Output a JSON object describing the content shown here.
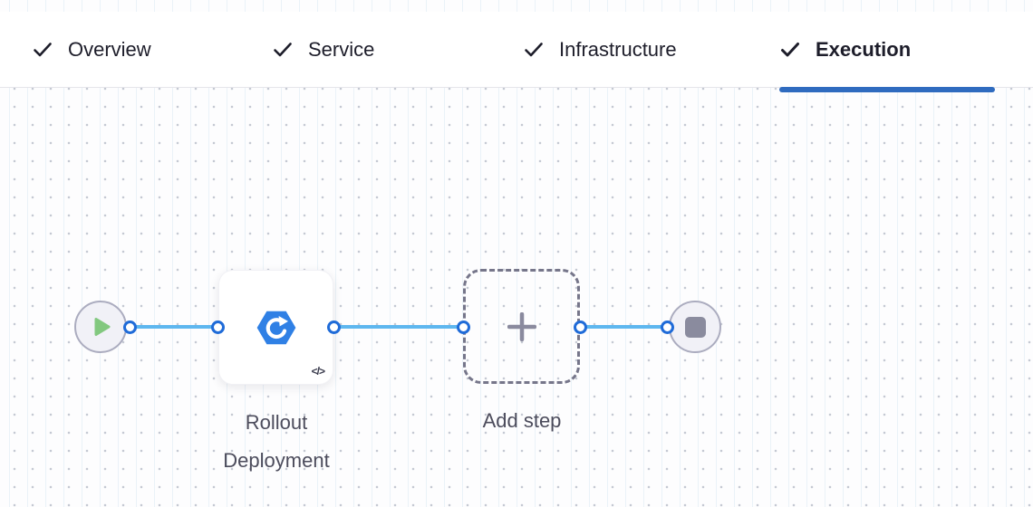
{
  "tabs": [
    {
      "label": "Overview",
      "state": "completed",
      "active": false
    },
    {
      "label": "Service",
      "state": "completed",
      "active": false
    },
    {
      "label": "Infrastructure",
      "state": "completed",
      "active": false
    },
    {
      "label": "Execution",
      "state": "completed",
      "active": true
    }
  ],
  "pipeline": {
    "start_node": {
      "type": "start",
      "icon": "play-icon"
    },
    "steps": [
      {
        "name": "Rollout Deployment",
        "icon": "rollout-deployment-hexagon-icon",
        "badge_icon": "code-icon"
      }
    ],
    "add_step_label": "Add step",
    "end_node": {
      "type": "stop",
      "icon": "stop-icon"
    }
  },
  "icons": {
    "check": "checkmark",
    "code": "</>",
    "plus": "+",
    "play": "play-triangle",
    "stop": "stop-square"
  },
  "colors": {
    "active_tab_underline": "#2f6bbf",
    "tab_text": "#1d1d2a",
    "connector_blue": "#5eb7ef",
    "port_ring_blue": "#1f6bd8",
    "step_icon_blue": "#2f80e5",
    "play_green": "#82c87f",
    "stop_gray": "#8a8b9e",
    "dashed_border_gray": "#76768a",
    "label_text": "#4c4c5c"
  }
}
